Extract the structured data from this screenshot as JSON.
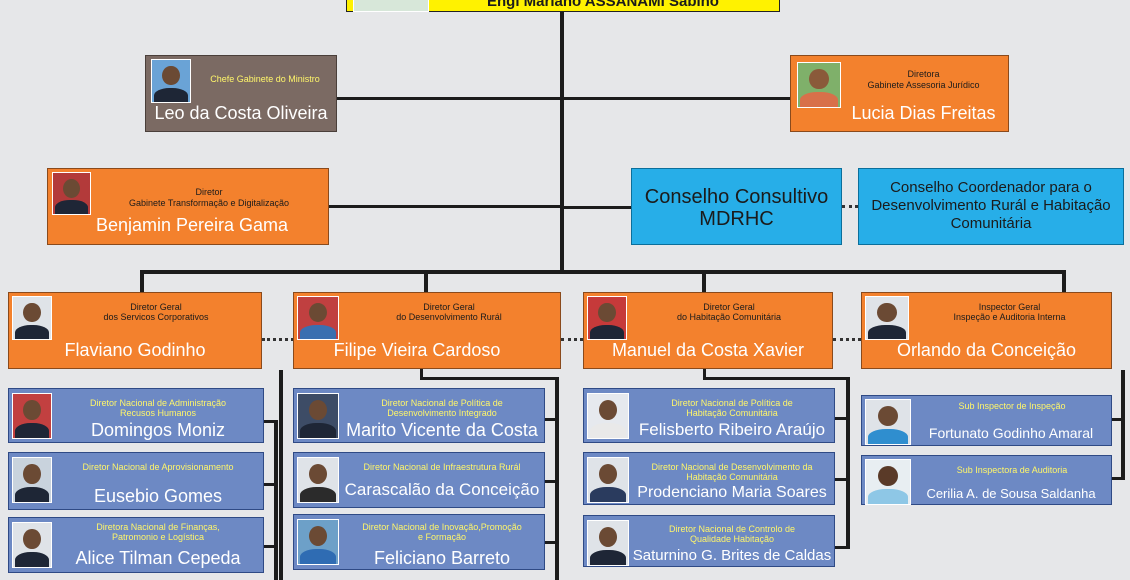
{
  "top": {
    "name": "Engi Mariano ASSANAMI Sabino"
  },
  "advisors": {
    "chefe": {
      "role": "Chefe Gabinete do Ministro",
      "name": "Leo da Costa Oliveira"
    },
    "juridico": {
      "role1": "Diretora",
      "role2": "Gabinete Assesoria Jurídico",
      "name": "Lucia Dias Freitas"
    },
    "digital": {
      "role1": "Diretor",
      "role2": "Gabinete Transformação e Digitalização",
      "name": "Benjamin Pereira Gama"
    },
    "consultivo": {
      "line1": "Conselho Consultivo",
      "line2": "MDRHC"
    },
    "coordenador": {
      "line1": "Conselho Coordenador para o",
      "line2": "Desenvolvimento Rurál e Habitação",
      "line3": "Comunitária"
    }
  },
  "generals": [
    {
      "role1": "Diretor Geral",
      "role2": "dos Servicos Corporativos",
      "name": "Flaviano Godinho"
    },
    {
      "role1": "Diretor Geral",
      "role2": "do Desenvolvimento Rurál",
      "name": "Filipe Vieira Cardoso"
    },
    {
      "role1": "Diretor Geral",
      "role2": "do Habitação Comunitária",
      "name": "Manuel da Costa Xavier"
    },
    {
      "role1": "Inspector Geral",
      "role2": "Inspeção e Auditoria Interna",
      "name": "Orlando da Conceição"
    }
  ],
  "nationals": [
    [
      {
        "role1": "Diretor Nacional de Administração",
        "role2": "Recusos Humanos",
        "name": "Domingos Moniz"
      },
      {
        "role1": "Diretor Nacional de Aprovisionamento",
        "role2": "",
        "name": "Eusebio Gomes"
      },
      {
        "role1": "Diretora Nacional de Finanças,",
        "role2": "Patromonio e Logística",
        "name": "Alice Tilman Cepeda"
      }
    ],
    [
      {
        "role1": "Diretor Nacional de Política de",
        "role2": "Desenvolvimento Integrado",
        "name": "Marito Vicente da Costa"
      },
      {
        "role1": "Diretor Nacional de Infraestrutura Rurál",
        "role2": "",
        "name": "Carascalão da Conceição"
      },
      {
        "role1": "Diretor Nacional de Inovação,Promoção",
        "role2": "e Formação",
        "name": "Feliciano Barreto"
      }
    ],
    [
      {
        "role1": "Diretor Nacional de Política de",
        "role2": "Habitação Comunitária",
        "name": "Felisberto Ribeiro Araújo"
      },
      {
        "role1": "Diretor Nacional de Desenvolvimento da",
        "role2": "Habitação Comunitária",
        "name": "Prodenciano Maria Soares"
      },
      {
        "role1": "Diretor Nacional de Controlo de",
        "role2": "Qualidade Habitação",
        "name": "Saturnino G. Brites de Caldas"
      }
    ],
    [
      {
        "role1": "Sub Inspector de Inspeção",
        "role2": "",
        "name": "Fortunato Godinho Amaral"
      },
      {
        "role1": "Sub Inspectora de Auditoria",
        "role2": "",
        "name": "Cerilia A. de Sousa Saldanha"
      }
    ]
  ],
  "colors": {
    "orange": "#f3812d",
    "blue": "#27aee8",
    "lightblue": "#6d89c4",
    "brown": "#7b6a63",
    "yellow": "#fff200"
  }
}
